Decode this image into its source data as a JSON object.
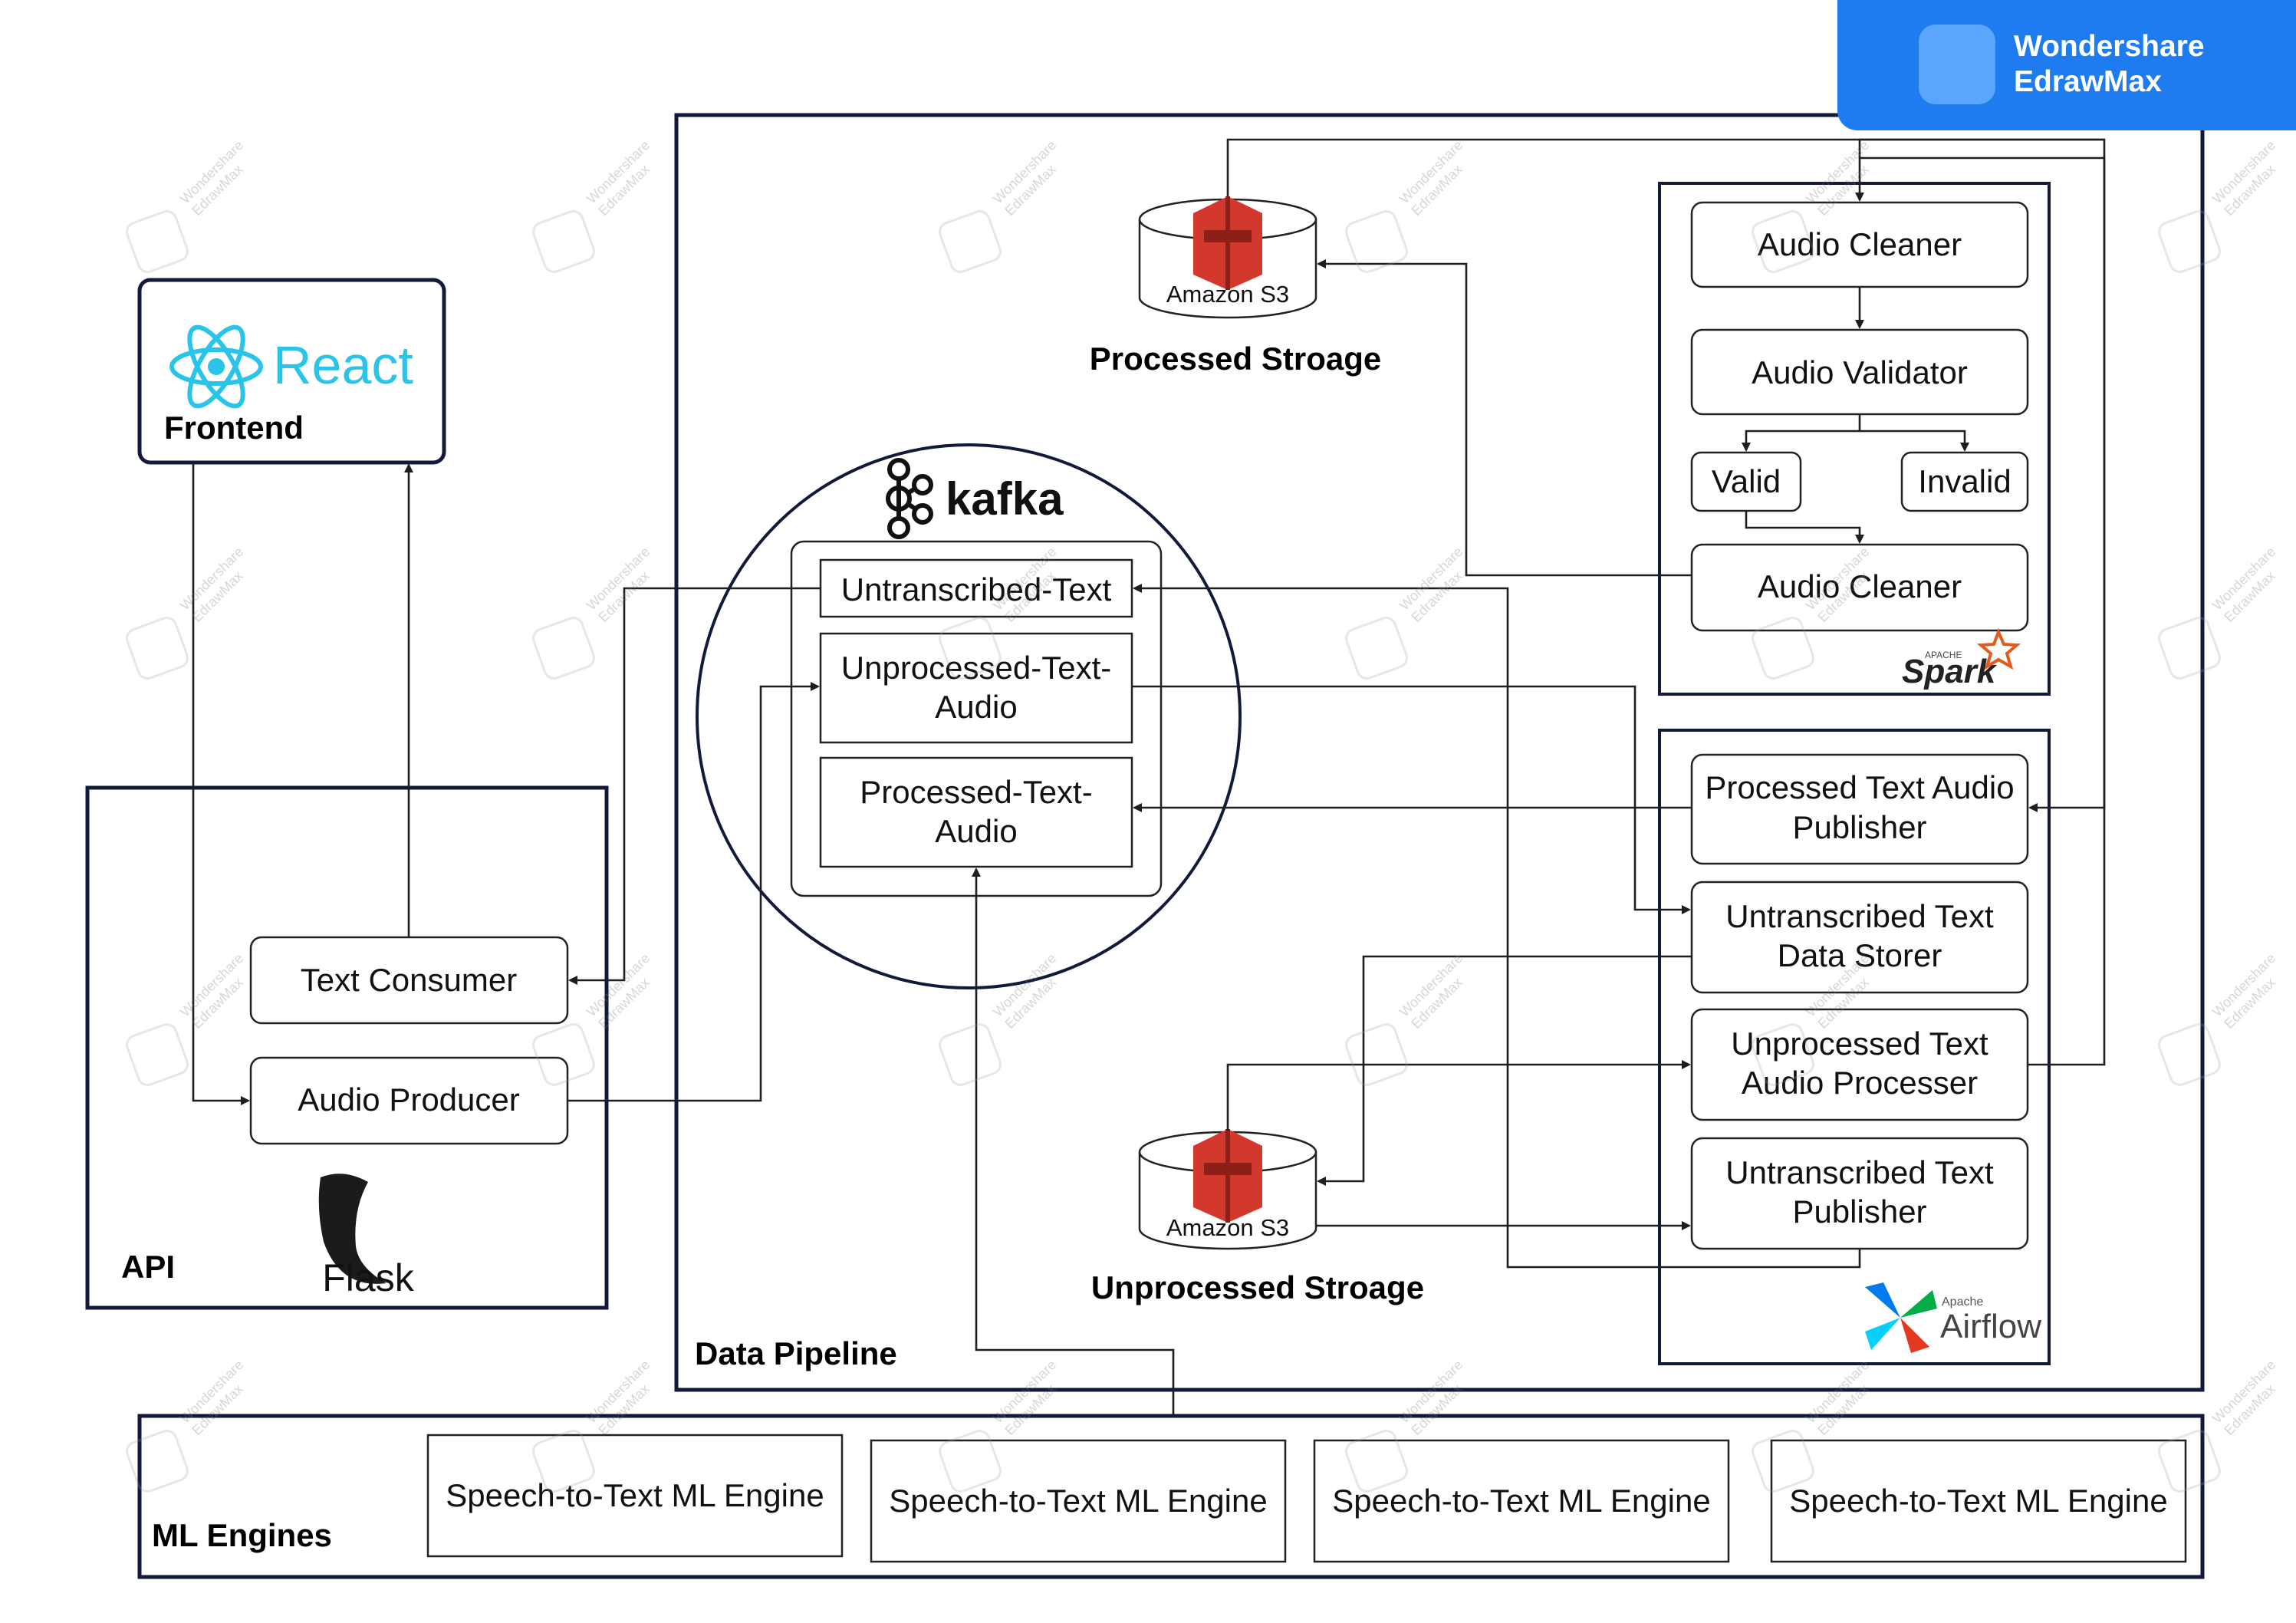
{
  "brand": {
    "line1": "Wondershare",
    "line2": "EdrawMax"
  },
  "frontend": {
    "logo_text": "React",
    "label": "Frontend"
  },
  "api": {
    "label": "API",
    "text_consumer": "Text Consumer",
    "audio_producer": "Audio Producer",
    "logo_text": "Flask"
  },
  "kafka": {
    "logo_text": "kafka",
    "untranscribed": "Untranscribed-Text",
    "unprocessed_l1": "Unprocessed-Text-",
    "unprocessed_l2": "Audio",
    "processed_l1": "Processed-Text-",
    "processed_l2": "Audio"
  },
  "processed_storage": {
    "s3_label": "Amazon S3",
    "title": "Processed Stroage"
  },
  "unprocessed_storage": {
    "s3_label": "Amazon S3",
    "title": "Unprocessed Stroage"
  },
  "spark": {
    "audio_cleaner_top": "Audio Cleaner",
    "audio_validator": "Audio Validator",
    "valid": "Valid",
    "invalid": "Invalid",
    "audio_cleaner_bottom": "Audio Cleaner",
    "logo_small": "APACHE",
    "logo_text": "Spark"
  },
  "airflow": {
    "pub1_l1": "Processed Text Audio",
    "pub1_l2": "Publisher",
    "store_l1": "Untranscribed Text",
    "store_l2": "Data Storer",
    "proc_l1": "Unprocessed Text",
    "proc_l2": "Audio Processer",
    "pub2_l1": "Untranscribed Text",
    "pub2_l2": "Publisher",
    "logo_small": "Apache",
    "logo_text": "Airflow"
  },
  "pipeline": {
    "label": "Data Pipeline"
  },
  "ml": {
    "label": "ML Engines",
    "engines": [
      "Speech-to-Text ML Engine",
      "Speech-to-Text ML Engine",
      "Speech-to-Text ML Engine",
      "Speech-to-Text ML Engine"
    ]
  },
  "watermark": {
    "line1": "Wondershare",
    "line2": "EdrawMax"
  },
  "colors": {
    "brand": "#1f7cf0",
    "react": "#29c4e8",
    "s3": "#d3382c",
    "panel": "#121a3a",
    "spark": "#e25a1c",
    "airflow_blue": "#017cee",
    "airflow_green": "#00ad46"
  }
}
